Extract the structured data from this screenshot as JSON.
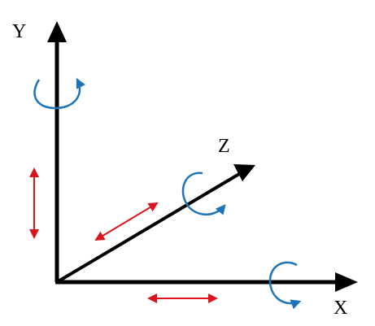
{
  "diagram": {
    "labels": {
      "y": "Y",
      "z": "Z",
      "x": "X"
    },
    "colors": {
      "axis": "#000000",
      "translation": "#d9141b",
      "rotation": "#1f74b8"
    },
    "icons": {
      "translation": "double-headed-arrow-icon",
      "rotation": "circular-rotation-arrow-icon"
    }
  }
}
